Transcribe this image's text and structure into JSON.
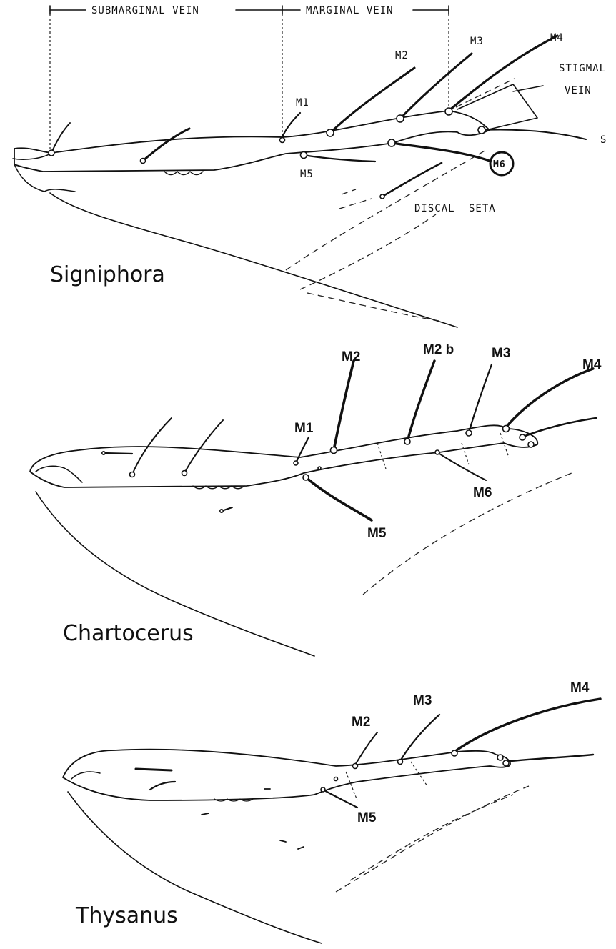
{
  "panels": {
    "signiphora": {
      "genus": "Signiphora",
      "header_submarginal": "SUBMARGINAL VEIN",
      "header_marginal": "MARGINAL VEIN",
      "labels": {
        "m1": "M1",
        "m2": "M2",
        "m3": "M3",
        "m4": "M4",
        "m5": "M5",
        "m6": "M6",
        "s": "S",
        "stigmal_line1": "STIGMAL",
        "stigmal_line2": "VEIN",
        "discal_seta": "DISCAL SETA"
      }
    },
    "chartocerus": {
      "genus": "Chartocerus",
      "labels": {
        "m1": "M1",
        "m2": "M2",
        "m2b": "M2 b",
        "m3": "M3",
        "m4": "M4",
        "m5": "M5",
        "m6": "M6"
      }
    },
    "thysanus": {
      "genus": "Thysanus",
      "labels": {
        "m2": "M2",
        "m3": "M3",
        "m4": "M4",
        "m5": "M5"
      }
    }
  }
}
